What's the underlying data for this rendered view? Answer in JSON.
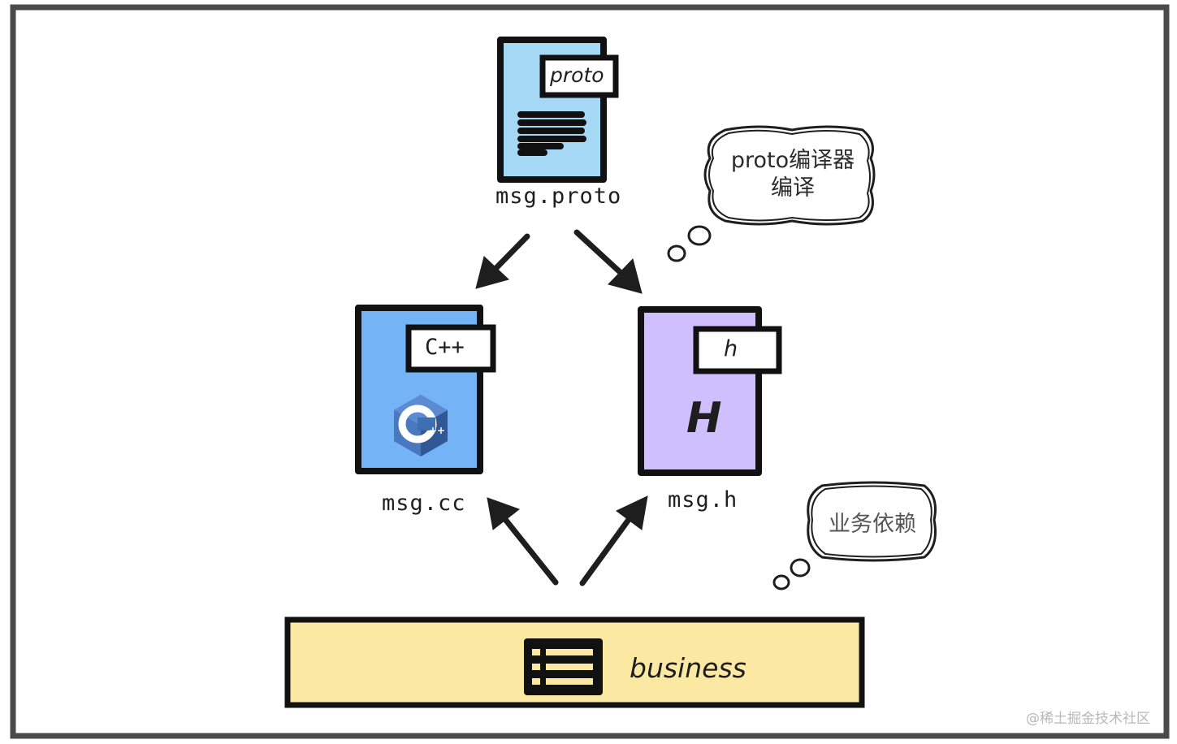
{
  "files": {
    "proto": {
      "tab": "proto",
      "name": "msg.proto",
      "fill": "#a5d8f5"
    },
    "cc": {
      "tab": "C++",
      "name": "msg.cc",
      "fill": "#74b3f5",
      "logo": "cpp-logo"
    },
    "h": {
      "tab": "h",
      "name": "msg.h",
      "glyph": "H",
      "fill": "#d0bfff"
    }
  },
  "clouds": {
    "compile": {
      "line1": "proto编译器",
      "line2": "编译"
    },
    "depend": {
      "text": "业务依赖"
    }
  },
  "business": {
    "label": "business",
    "fill": "#fbe9a3",
    "icon": "table-icon"
  },
  "watermark": "@稀土掘金技术社区",
  "colors": {
    "stroke": "#1e1e1e",
    "frame": "#4a4a4a"
  }
}
